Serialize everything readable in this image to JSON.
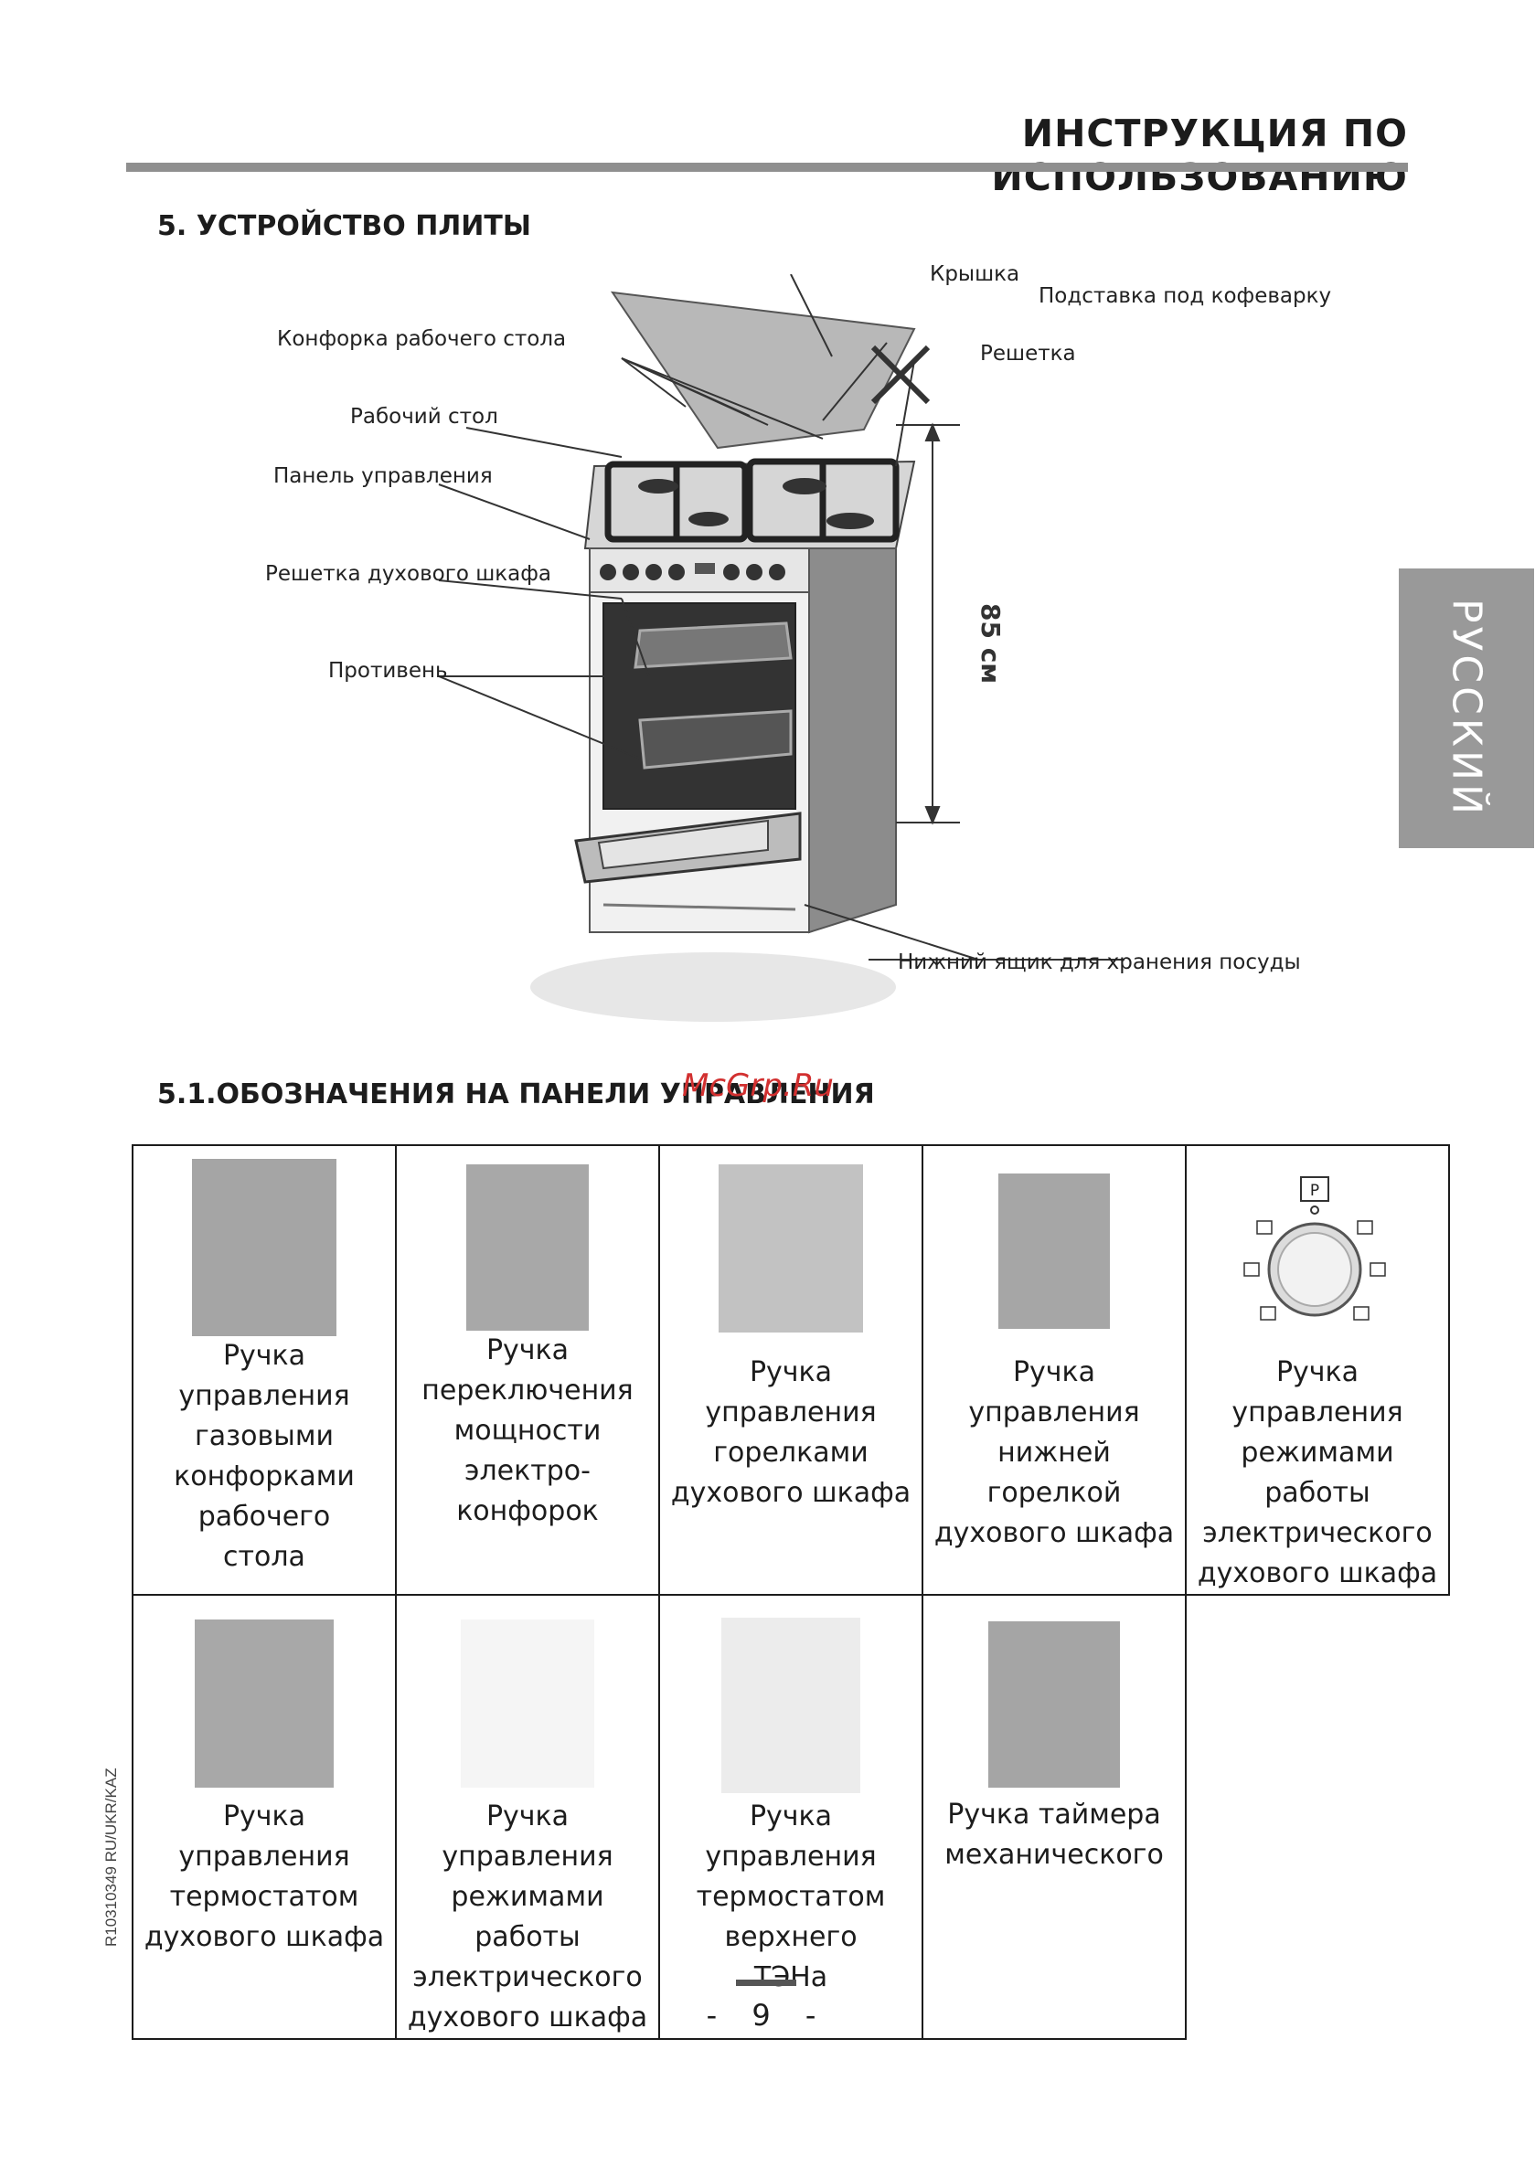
{
  "header": {
    "title": "ИНСТРУКЦИЯ ПО ИСПОЛЬЗОВАНИЮ"
  },
  "side_tab": {
    "language": "РУССКИЙ"
  },
  "section5": {
    "title": "5. УСТРОЙСТВО ПЛИТЫ",
    "callouts": {
      "lid": "Крышка",
      "coffee_stand": "Подставка под кофеварку",
      "grate": "Решетка",
      "burner": "Конфорка рабочего стола",
      "worktop": "Рабочий стол",
      "control_panel": "Панель управления",
      "oven_rack": "Решетка духового шкафа",
      "tray": "Противень",
      "storage": "Нижний ящик для хранения посуды",
      "height": "85 см"
    }
  },
  "watermark": "McGrp.Ru",
  "section51": {
    "title": "5.1.ОБОЗНАЧЕНИЯ НА ПАНЕЛИ УПРАВЛЕНИЯ",
    "cells": [
      [
        "Ручка управления",
        "газовыми",
        "конфорками",
        "рабочего",
        "стола"
      ],
      [
        "Ручка",
        "переключения",
        "мощности",
        "электро-",
        "конфорок"
      ],
      [
        "Ручка управления",
        "горелками",
        "духового шкафа"
      ],
      [
        "Ручка",
        "управления",
        "нижней горелкой",
        "духового шкафа"
      ],
      [
        "Ручка управления",
        "режимами",
        "работы",
        "электрического",
        "духового шкафа"
      ],
      [
        "Ручка управления",
        "термостатом",
        "духового шкафа"
      ],
      [
        "Ручка управления",
        "режимами работы",
        "электрического",
        "духового шкафа"
      ],
      [
        "Ручка управления",
        "термостатом",
        "верхнего",
        "ТЭНа"
      ],
      [
        "Ручка таймера",
        "механического"
      ]
    ],
    "knob_symbol": "P"
  },
  "doc_code": "R10310349 RU/UKR/KAZ",
  "page_number": "- 9 -"
}
